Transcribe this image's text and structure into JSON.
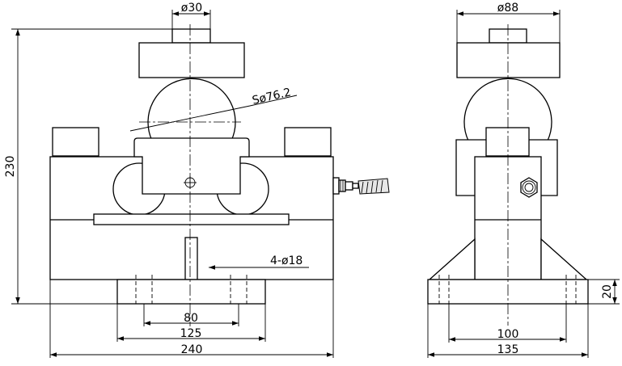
{
  "dimensions": {
    "front": {
      "pin_diameter": "ø30",
      "sphere_diameter": "Sø76.2",
      "overall_height": "230",
      "hole_pattern": "4-ø18",
      "hole_spacing": "80",
      "base_length": "125",
      "overall_length": "240"
    },
    "side": {
      "pad_diameter": "ø88",
      "base_thickness": "20",
      "hole_spacing": "100",
      "base_width": "135"
    }
  }
}
